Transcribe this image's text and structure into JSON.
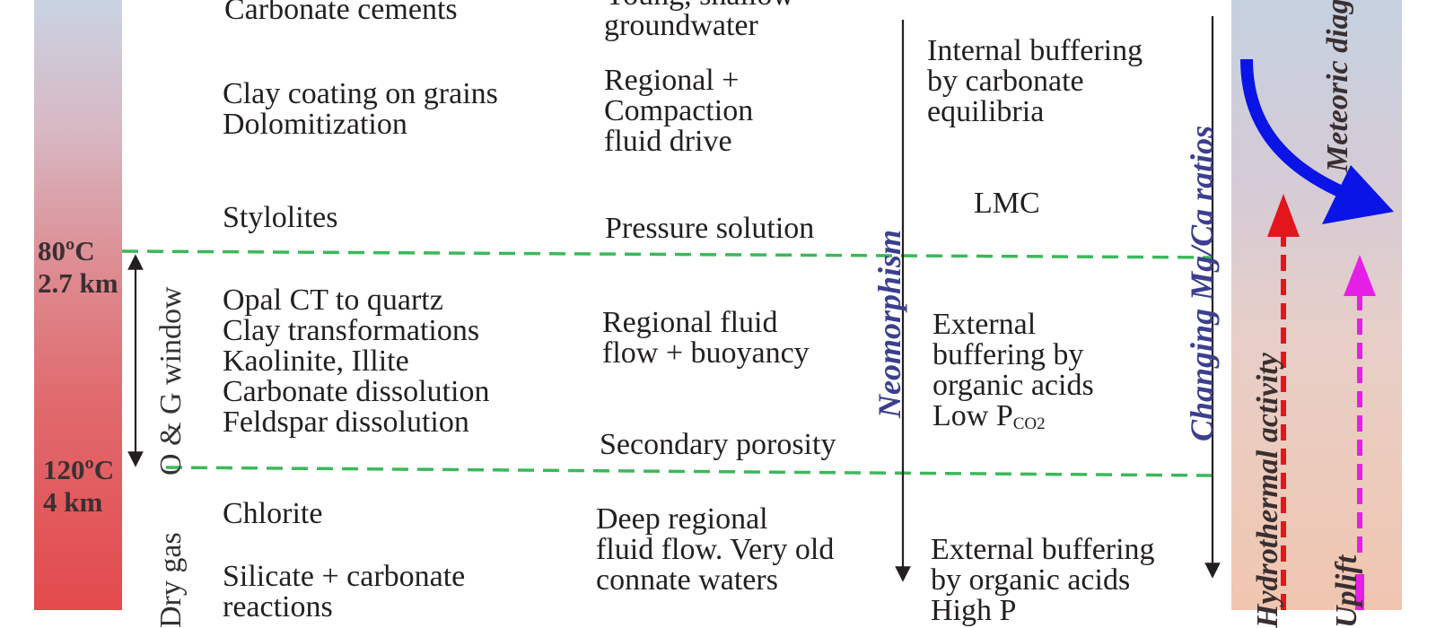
{
  "processes": {
    "carbonate_cements": "Carbonate cements",
    "clay_coating": "Clay coating on grains\nDolomitization",
    "stylolites": "Stylolites",
    "og_window_processes": "Opal CT to quartz\nClay transformations\nKaolinite, Illite\nCarbonate dissolution\nFeldspar dissolution",
    "chlorite": "Chlorite",
    "silicate": "Silicate + carbonate\nreactions"
  },
  "fluids": {
    "young": "Young, shallow\ngroundwater",
    "regional_compaction": "Regional +\nCompaction\nfluid drive",
    "pressure_solution": "Pressure solution",
    "regional_fluid_flow": "Regional fluid\nflow + buoyancy",
    "secondary_porosity": "Secondary porosity",
    "deep_regional": "Deep regional\nfluid flow. Very old\nconnate waters"
  },
  "buffering": {
    "internal": "Internal buffering\nby carbonate\nequilibria",
    "lmc": "LMC",
    "external_low_lines": "External\nbuffering by\norganic acids",
    "low_p_prefix": "Low P",
    "low_p_sub": "CO2",
    "external_high_lines": "External buffering\nby organic acids",
    "high_p_prefix": "High P"
  },
  "depth": {
    "t80": "80ºC\n2.7 km",
    "t120": "120ºC\n4 km"
  },
  "vertical_labels": {
    "og_window": "O & G window",
    "dry_gas": "Dry gas",
    "neomorphism": "Neomorphism",
    "mg_ca": "Changing Mg/Ca ratios",
    "meteoric": "Meteoric\ndiagenesis",
    "hydrothermal": "Hydrothermal activity",
    "uplift": "Uplift"
  },
  "colors": {
    "dashed_line": "#3cb85a",
    "meteoric_arrow": "#0a14e6",
    "hydrothermal_arrow": "#e3161c",
    "uplift_arrow": "#e61fe6",
    "vertical_label": "#3c3f8f"
  }
}
